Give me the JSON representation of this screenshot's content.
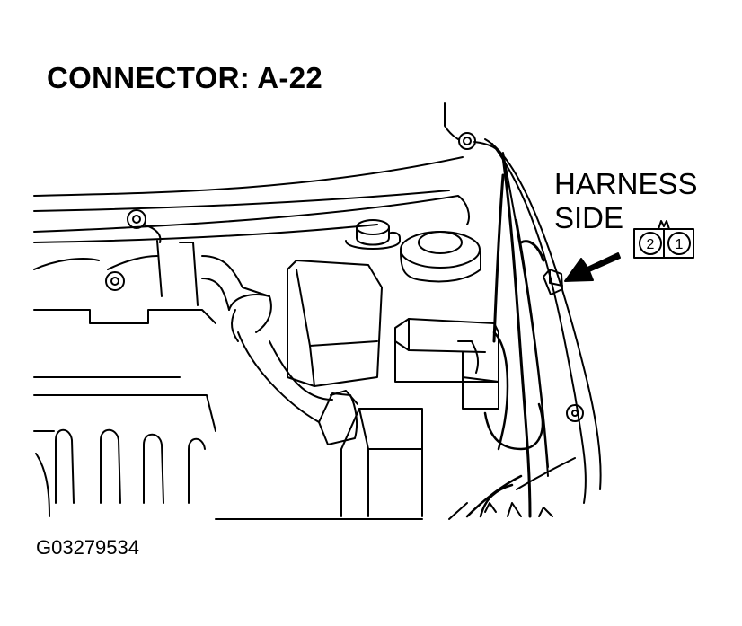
{
  "title": "CONNECTOR: A-22",
  "harness_label": {
    "line1": "HARNESS",
    "line2": "SIDE"
  },
  "connector_pins": [
    "2",
    "1"
  ],
  "figure_id": "G03279534",
  "colors": {
    "ink": "#000000",
    "paper": "#ffffff"
  }
}
